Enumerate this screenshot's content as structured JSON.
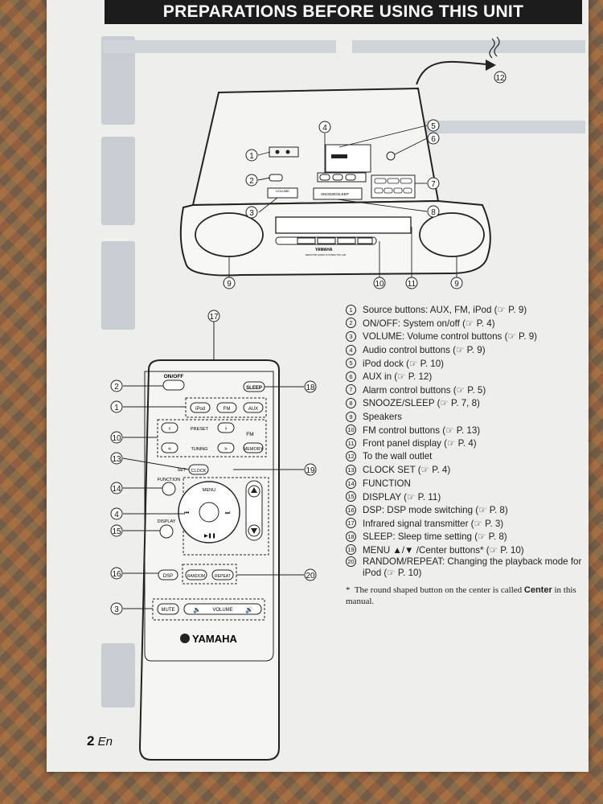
{
  "header": {
    "title": "PREPARATIONS BEFORE USING THIS UNIT"
  },
  "page": {
    "number": "2",
    "lang": "En"
  },
  "unit_labels": {
    "brand": "YAMAHA",
    "model": "DESKTOP AUDIO SYSTEM TSX-130",
    "volume": "VOLUME",
    "snooze": "SNOOZE/SLEEP"
  },
  "remote_labels": {
    "onoff": "ON/OFF",
    "sleep": "SLEEP",
    "ipod": "iPod",
    "fm": "FM",
    "aux": "AUX",
    "preset": "PRESET",
    "fm_side": "FM",
    "tuning": "TUNING",
    "memory": "MEMORY",
    "set": "SET",
    "clock": "CLOCK",
    "function": "FUNCTION",
    "menu": "MENU",
    "display": "DISPLAY",
    "dsp": "DSP",
    "random": "RANDOM",
    "repeat": "REPEAT",
    "mute": "MUTE",
    "volume": "VOLUME",
    "brand": "YAMAHA"
  },
  "legend": [
    {
      "n": "1",
      "text": "Source buttons: AUX, FM, iPod (☞ P. 9)"
    },
    {
      "n": "2",
      "text": "ON/OFF: System on/off (☞ P. 4)"
    },
    {
      "n": "3",
      "text": "VOLUME: Volume control buttons (☞ P. 9)"
    },
    {
      "n": "4",
      "text": "Audio control buttons (☞ P. 9)"
    },
    {
      "n": "5",
      "text": "iPod dock (☞ P. 10)"
    },
    {
      "n": "6",
      "text": "AUX in (☞ P. 12)"
    },
    {
      "n": "7",
      "text": "Alarm control buttons (☞ P. 5)"
    },
    {
      "n": "8",
      "text": "SNOOZE/SLEEP (☞ P. 7, 8)"
    },
    {
      "n": "9",
      "text": "Speakers"
    },
    {
      "n": "10",
      "text": "FM control buttons (☞ P. 13)"
    },
    {
      "n": "11",
      "text": "Front panel display (☞ P. 4)"
    },
    {
      "n": "12",
      "text": "To the wall outlet"
    },
    {
      "n": "13",
      "text": "CLOCK SET (☞ P. 4)"
    },
    {
      "n": "14",
      "text": "FUNCTION"
    },
    {
      "n": "15",
      "text": "DISPLAY (☞ P. 11)"
    },
    {
      "n": "16",
      "text": "DSP: DSP mode switching (☞ P. 8)"
    },
    {
      "n": "17",
      "text": "Infrared signal transmitter (☞ P. 3)"
    },
    {
      "n": "18",
      "text": "SLEEP: Sleep time setting (☞ P. 8)"
    },
    {
      "n": "19",
      "text": "MENU ▲/▼ /Center buttons* (☞ P. 10)"
    },
    {
      "n": "20",
      "text": "RANDOM/REPEAT: Changing the playback mode for iPod (☞ P. 10)"
    }
  ],
  "footnote": {
    "mark": "*",
    "before": "The round shaped button on the center is called ",
    "bold": "Center",
    "after": " in this manual."
  },
  "callouts": {
    "c1": "1",
    "c2": "2",
    "c3": "3",
    "c4": "4",
    "c5": "5",
    "c6": "6",
    "c7": "7",
    "c8": "8",
    "c9": "9",
    "c10": "10",
    "c11": "11",
    "c12": "12",
    "c13": "13",
    "c14": "14",
    "c15": "15",
    "c16": "16",
    "c17": "17",
    "c18": "18",
    "c19": "19",
    "c20": "20"
  }
}
